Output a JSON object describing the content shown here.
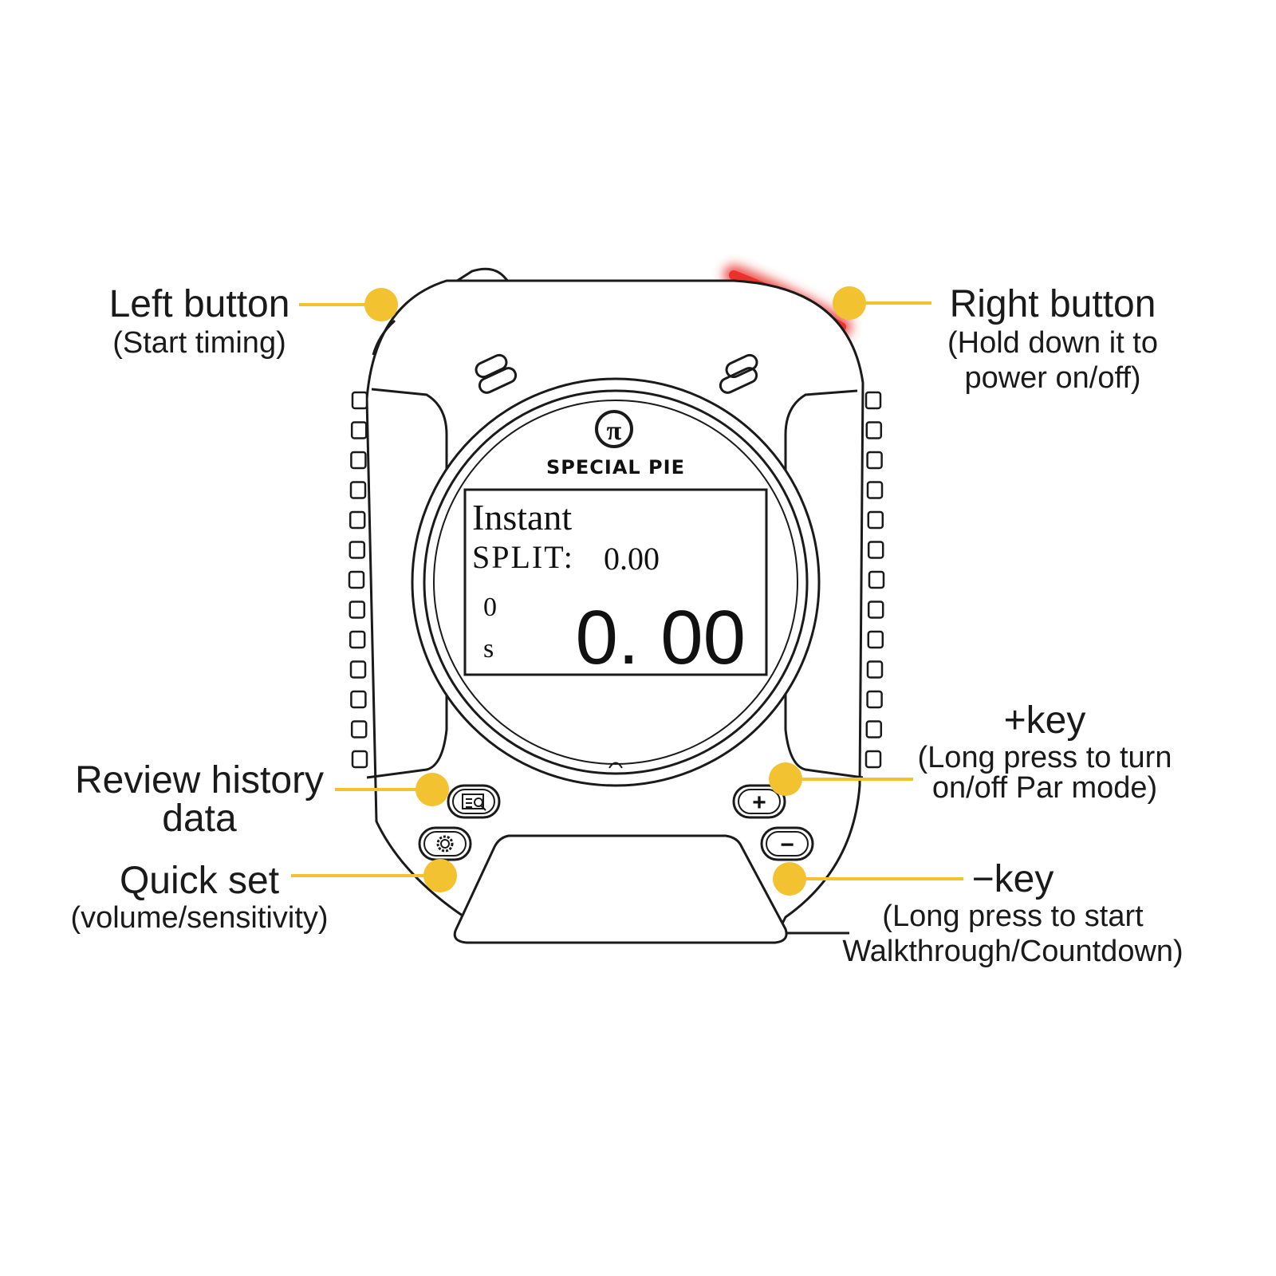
{
  "device": {
    "brand": "SPECIAL PIE",
    "logo_glyph": "π",
    "screen": {
      "mode": "Instant",
      "split_label": "SPLIT:",
      "split_value": "0.00",
      "shot_count": "0",
      "unit": "s",
      "main_time": "0. 00"
    },
    "buttons": {
      "review_icon": "review-history-icon",
      "settings_icon": "gear-icon",
      "plus_symbol": "+",
      "minus_symbol": "−"
    }
  },
  "callouts": {
    "left_button": {
      "title": "Left button",
      "desc": [
        "(Start timing)"
      ]
    },
    "right_button": {
      "title": "Right button",
      "desc": [
        "(Hold down it to",
        "power on/off)"
      ]
    },
    "plus_key": {
      "title": "+key",
      "desc": [
        "(Long press to turn",
        "on/off Par mode)"
      ]
    },
    "review": {
      "title": "Review history",
      "desc": [
        "data"
      ]
    },
    "quick_set": {
      "title": "Quick set",
      "desc": [
        "(volume/sensitivity)"
      ]
    },
    "minus_key": {
      "title": "−key",
      "desc": [
        "(Long press to start",
        "Walkthrough/Countdown)"
      ]
    }
  },
  "colors": {
    "callout_dot": "#f2c230",
    "callout_line": "#f2c230",
    "outline": "#1a1a1a",
    "right_button_glow": "#e8322a",
    "background": "#ffffff"
  }
}
